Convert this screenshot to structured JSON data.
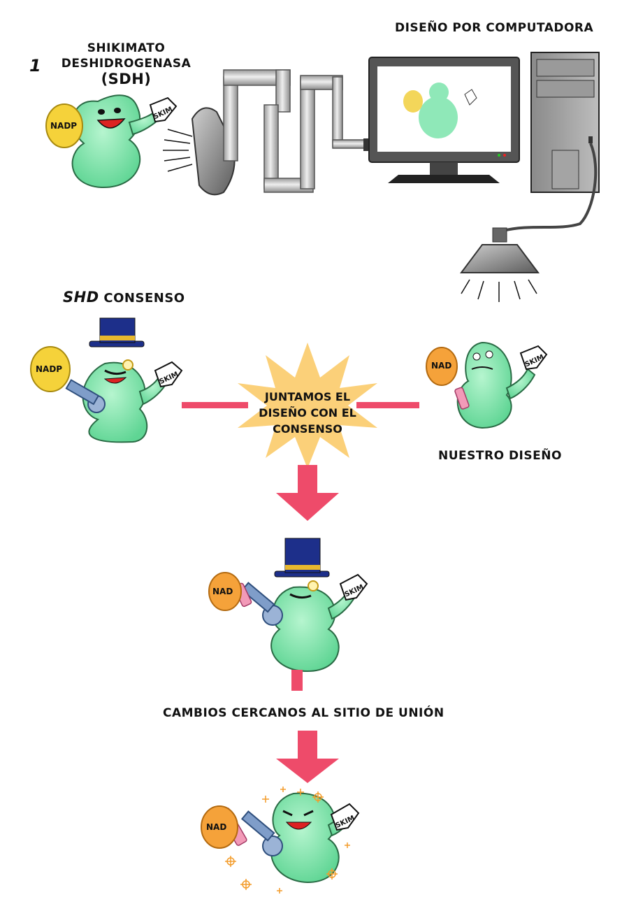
{
  "panel_number": "1",
  "sdh_title_line1": "SHIKIMATO",
  "sdh_title_line2": "DESHIDROGENASA",
  "sdh_title_line3": "(SDH)",
  "computer_design_label": "DISEÑO POR COMPUTADORA",
  "consensus_label_bold": "SHD",
  "consensus_label_rest": "CONSENSO",
  "merge_text": "JUNTAMOS EL DISEÑO CON EL CONSENSO",
  "our_design_label": "NUESTRO DISEÑO",
  "changes_label": "CAMBIOS CERCANOS AL SITIO DE UNIÓN",
  "tags": {
    "nadp": "NADP",
    "nad": "NAD",
    "skim": "SKIM"
  },
  "colors": {
    "enzyme_green": "#7ee3a8",
    "nadp_yellow": "#f5d23a",
    "nad_orange": "#f5a23a",
    "arrow_pink": "#ee4b6a",
    "burst_yellow": "#fbd079",
    "hat_blue": "#1d2f8a"
  }
}
